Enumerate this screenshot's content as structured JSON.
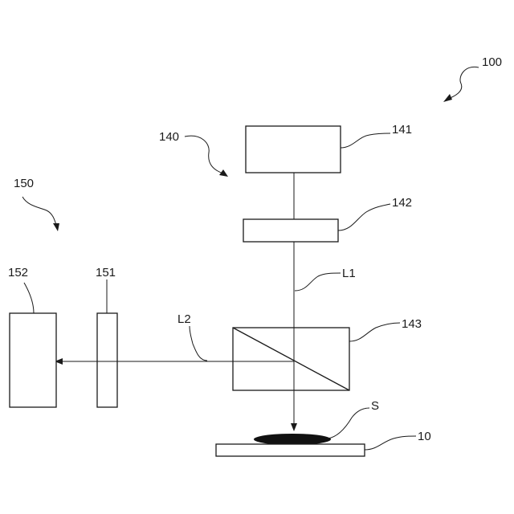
{
  "labels": {
    "system": "100",
    "illumination_group": "140",
    "light_source": "141",
    "optical_element": "142",
    "beam_splitter": "143",
    "detection_group": "150",
    "filter": "151",
    "detector": "152",
    "beam_l1": "L1",
    "beam_l2": "L2",
    "sample": "S",
    "stage": "10"
  }
}
